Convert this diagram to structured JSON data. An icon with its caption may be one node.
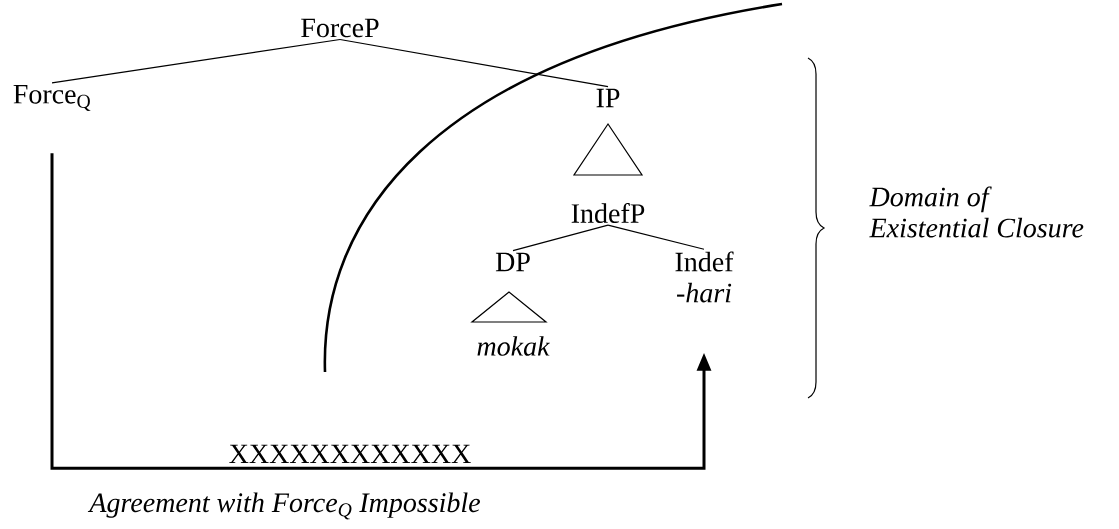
{
  "diagram": {
    "nodes": [
      {
        "text": [
          "ForceP"
        ]
      },
      {
        "text": [
          "Force$_{Q}$"
        ]
      },
      {
        "text": [
          "IP"
        ]
      },
      {
        "text": [
          "IndefP"
        ]
      },
      {
        "text": [
          "DP"
        ]
      },
      {
        "text": [
          "mokak"
        ]
      },
      {
        "text": [
          "Indef",
          "-hari"
        ]
      }
    ],
    "edges": [
      {
        "from": 0,
        "to": 1,
        "arrow": "none"
      },
      {
        "from": 0,
        "to": 2,
        "arrow": "none"
      },
      {
        "from": 3,
        "to": 4,
        "arrow": "none"
      },
      {
        "from": 3,
        "to": 6,
        "arrow": "none"
      },
      {
        "from": 1,
        "to": 6,
        "arrow": "to",
        "style": "thick",
        "label": "Agreement with Force$_{Q}$ Impossible"
      }
    ],
    "labels": [
      "XXXXXXXXXXXX",
      "Domain of Existential Closure"
    ]
  }
}
